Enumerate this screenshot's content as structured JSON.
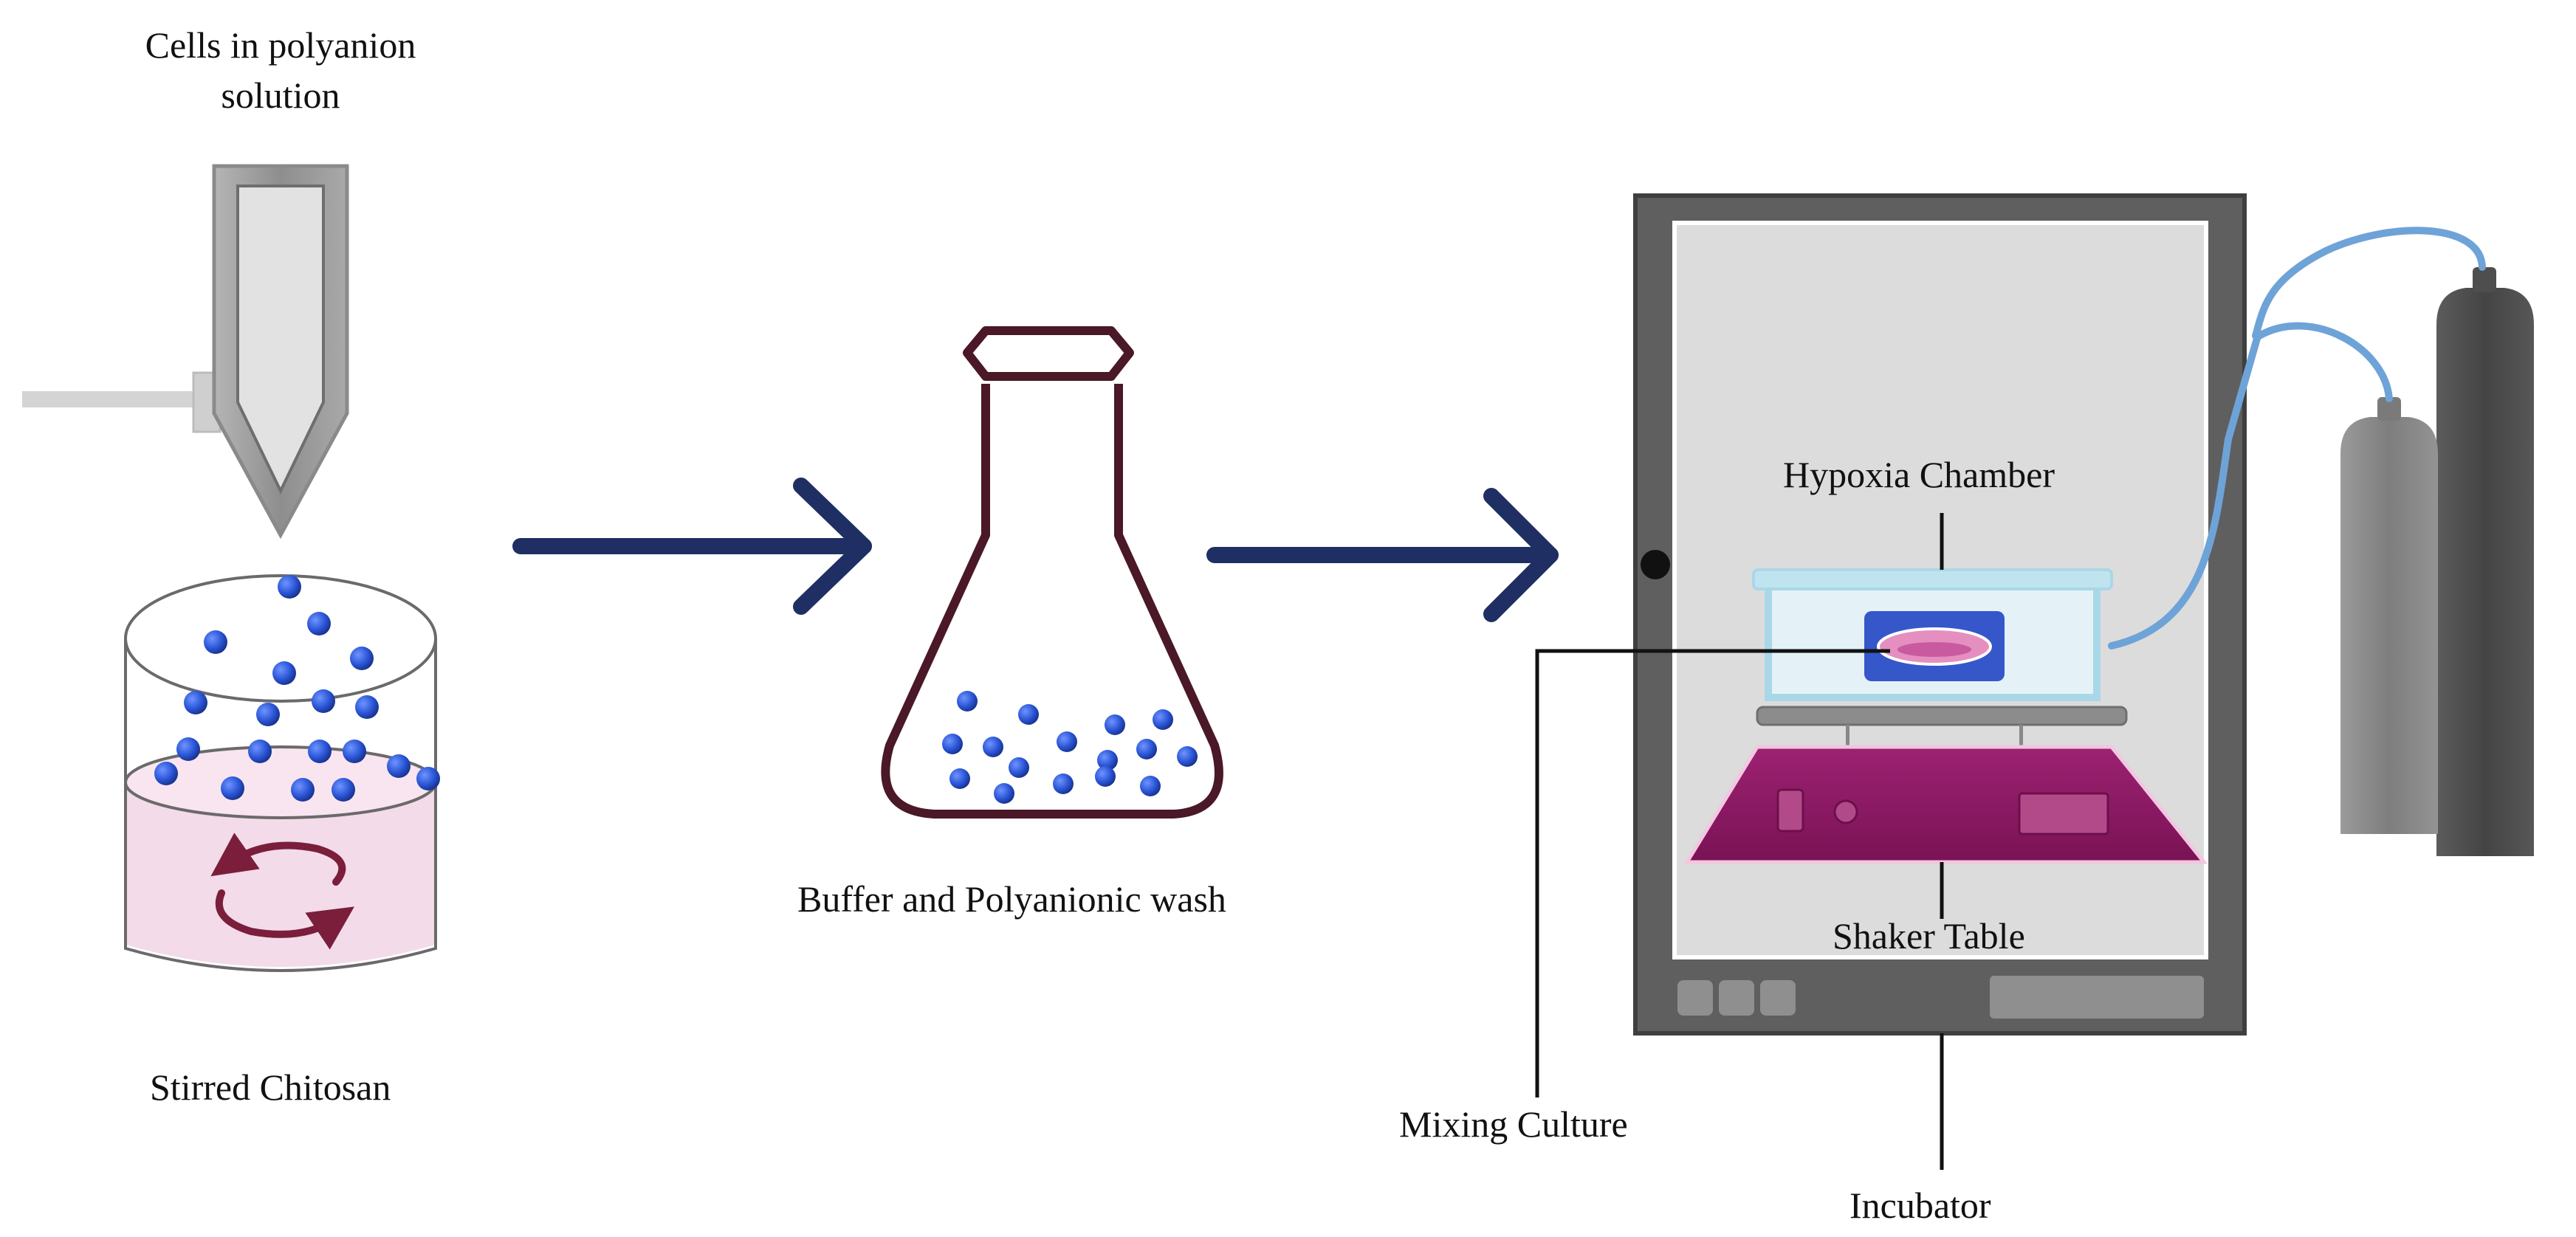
{
  "colors": {
    "arrow": "#1f2f63",
    "bead": "#2a55d6",
    "flask_outline": "#4a1826",
    "tube_gray": "#9c9c9c",
    "incubator_frame": "#5f5f5f",
    "incubator_interior": "#dcdcdc",
    "hypoxia_chamber": "#a8d8e8",
    "culture_dish": "#3557c9",
    "shaker_table": "#8e1a63",
    "tubing": "#6ea3d8",
    "cylinder_light": "#8d8d8d",
    "cylinder_dark": "#505050",
    "beaker_liquid": "#f3dbe9",
    "stir_arrow": "#7a1e3c"
  },
  "labels": {
    "cells_line1": "Cells in polyanion",
    "cells_line2": "solution",
    "stirred_chitosan": "Stirred Chitosan",
    "buffer_wash": "Buffer and Polyanionic wash",
    "hypoxia_chamber": "Hypoxia Chamber",
    "shaker_table": "Shaker Table",
    "mixing_culture": "Mixing Culture",
    "incubator": "Incubator"
  },
  "icons": [
    "syringe-tube-icon",
    "beaker-icon",
    "flask-icon",
    "arrow-right-icon",
    "incubator-icon",
    "gas-cylinder-icon"
  ]
}
